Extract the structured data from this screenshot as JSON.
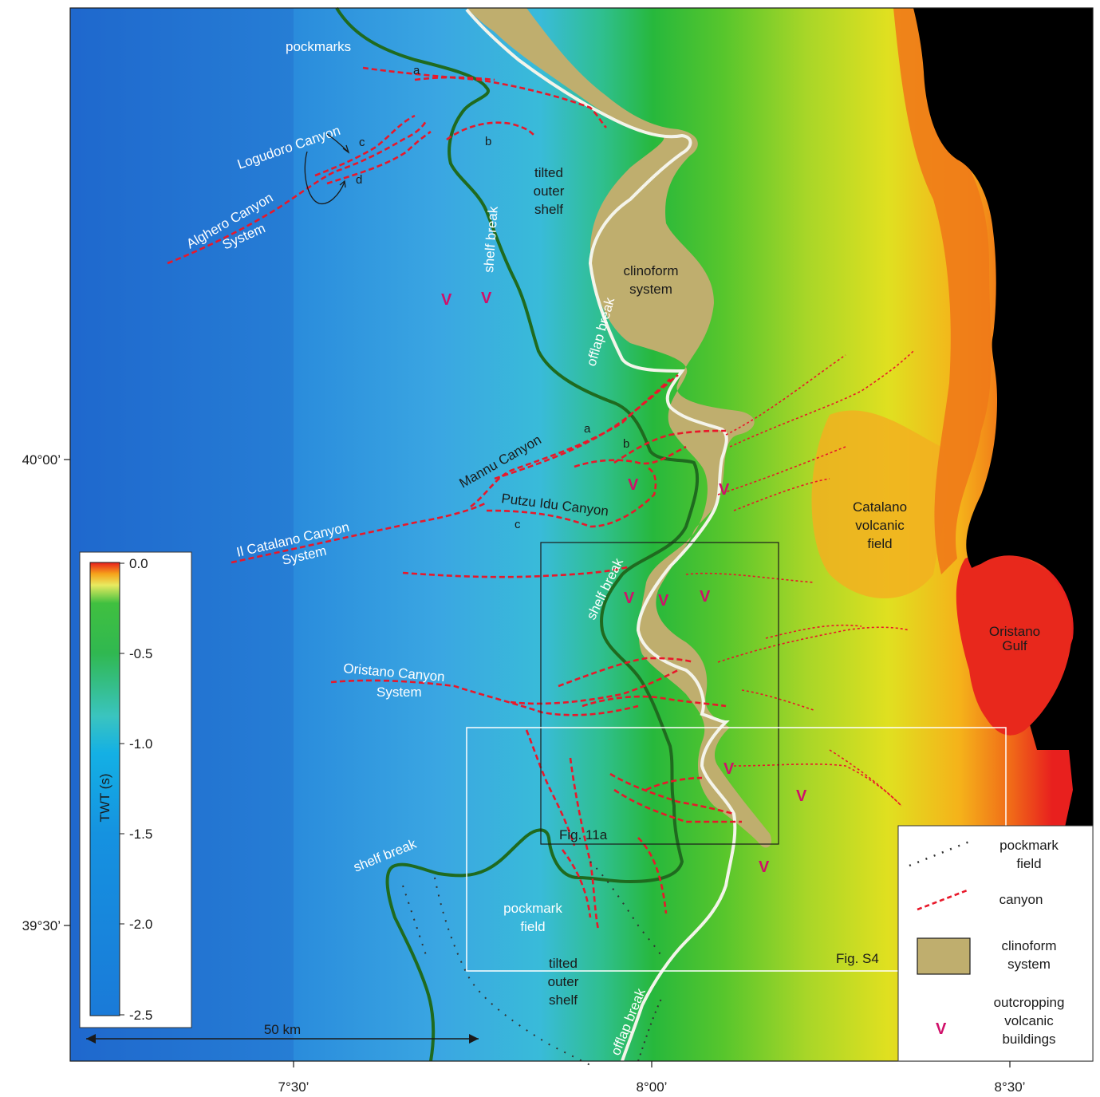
{
  "map": {
    "labels": {
      "pockmarks": "pockmarks",
      "logudoro_canyon": "Logudoro Canyon",
      "alghero_canyon": "Alghero Canyon",
      "system_alghero": "System",
      "tilted_outer_shelf_top": [
        "tilted",
        "outer",
        "shelf"
      ],
      "shelf_break_north": "shelf break",
      "clinoform_system": [
        "clinoform",
        "system"
      ],
      "offlap_break_north": "offlap break",
      "mannu_canyon": "Mannu Canyon",
      "putzu_idu_canyon": "Putzu Idu Canyon",
      "il_catalano_canyon": "Il Catalano Canyon",
      "system_catalano": "System",
      "shelf_break_mid": "shelf break",
      "catalano_volcanic_field": [
        "Catalano",
        "volcanic",
        "field"
      ],
      "oristano_gulf": [
        "Oristano",
        "Gulf"
      ],
      "oristano_canyon": "Oristano Canyon",
      "system_oristano": "System",
      "shelf_break_south": "shelf break",
      "pockmark_field": [
        "pockmark",
        "field"
      ],
      "tilted_outer_shelf_bottom": [
        "tilted",
        "outer",
        "shelf"
      ],
      "offlap_break_south": "offlap break",
      "fig_11a": "Fig. 11a",
      "fig_s4": "Fig. S4",
      "canyon_letters": [
        "a",
        "b",
        "c",
        "d",
        "a",
        "b",
        "c"
      ],
      "volcanic_symbol": "V"
    },
    "axes": {
      "y_ticks": [
        "40°00’",
        "39°30’"
      ],
      "x_ticks": [
        "7°30’",
        "8°00’",
        "8°30’"
      ]
    },
    "scale_bar": "50 km",
    "colorbar": {
      "title": "TWT (s)",
      "ticks": [
        "0.0",
        "-0.5",
        "-1.0",
        "-1.5",
        "-2.0",
        "-2.5"
      ],
      "min": -2.5,
      "max": 0.0
    },
    "legend": {
      "pockmark": [
        "pockmark",
        "field"
      ],
      "canyon": "canyon",
      "clinoform": [
        "clinoform",
        "system"
      ],
      "volcanic": [
        "outcropping",
        "volcanic",
        "buildings"
      ],
      "volcanic_symbol": "V"
    },
    "colors": {
      "shelf_break": "#1f6a1f",
      "offlap_break": "#f4f4ea",
      "canyon": "#e8182a",
      "clinoform": "#bfae6e",
      "volcanic": "#d0106a",
      "land": "#000000"
    }
  }
}
